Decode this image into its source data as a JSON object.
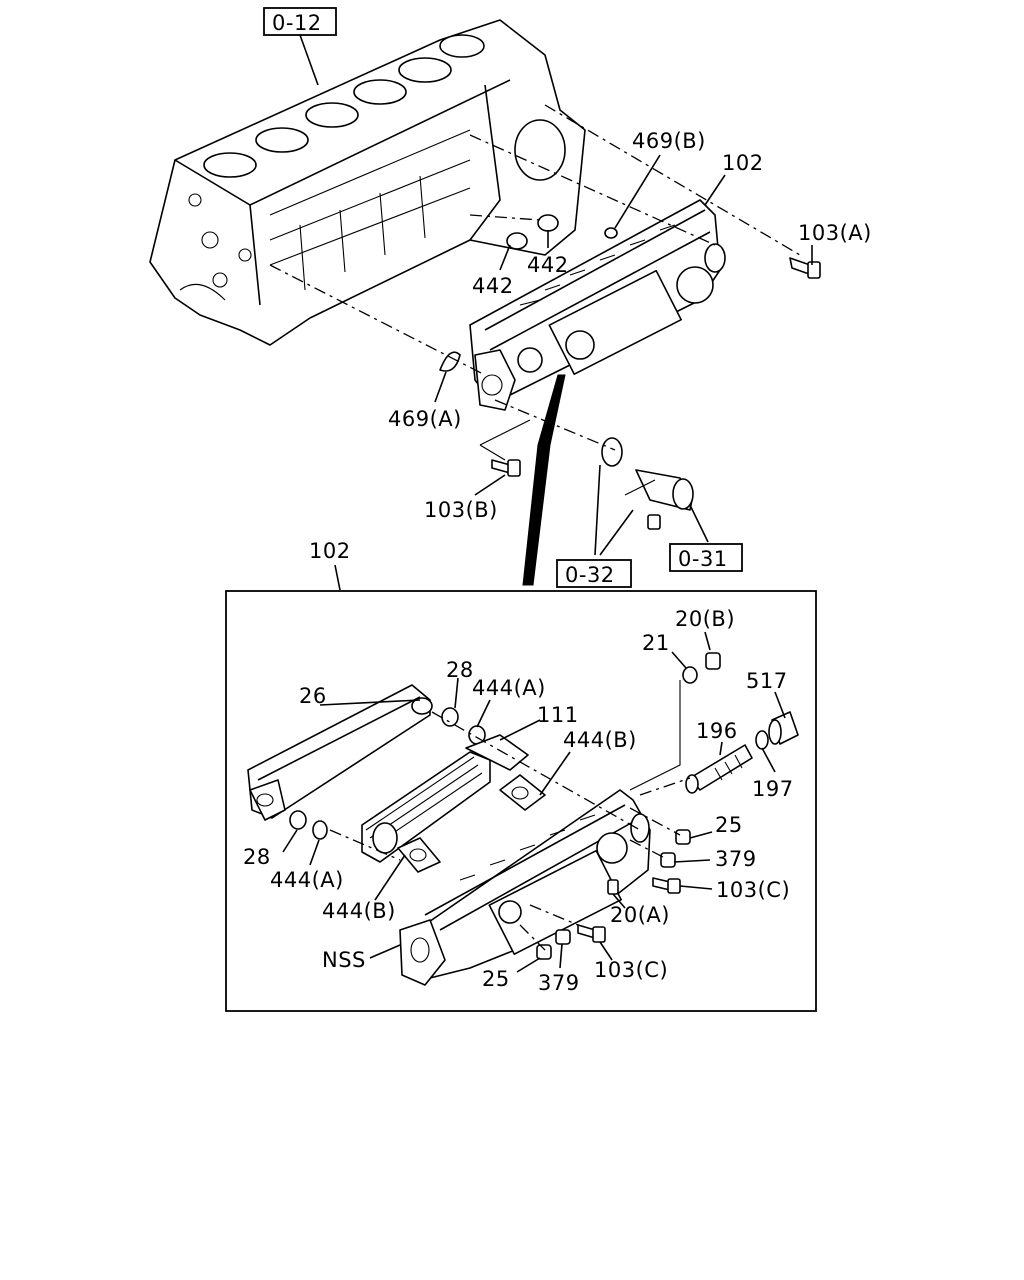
{
  "labels": {
    "ref_0_12": "0-12",
    "ref_0_31": "0-31",
    "ref_0_32": "0-32",
    "p469b": "469(B)",
    "p102_top": "102",
    "p103a": "103(A)",
    "p442_a": "442",
    "p442_b": "442",
    "p469a": "469(A)",
    "p103b": "103(B)",
    "p102_box": "102",
    "p20b": "20(B)",
    "p21": "21",
    "p517": "517",
    "p28_top": "28",
    "p444a_top": "444(A)",
    "p26": "26",
    "p111": "111",
    "p444b_top": "444(B)",
    "p196": "196",
    "p197": "197",
    "p25_right": "25",
    "p379_right": "379",
    "p103c_right": "103(C)",
    "p20a": "20(A)",
    "p28_bottom": "28",
    "p444a_bottom": "444(A)",
    "p444b_bottom": "444(B)",
    "nss": "NSS",
    "p25_bottom": "25",
    "p379_bottom": "379",
    "p103c_bottom": "103(C)"
  }
}
